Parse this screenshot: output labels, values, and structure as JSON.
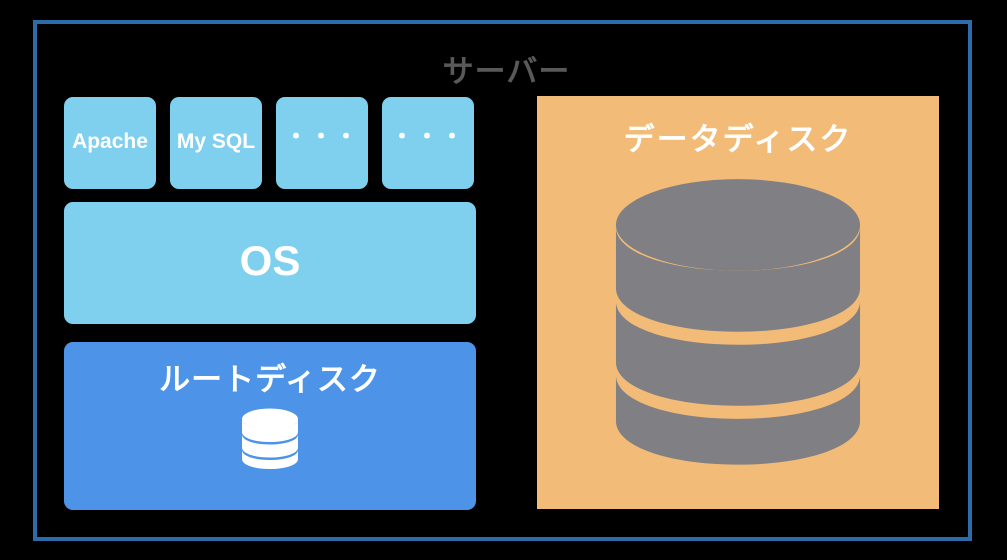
{
  "diagram": {
    "title": "サーバー",
    "frame": {
      "border_color": "#2d6cab",
      "title_color": "#595959"
    },
    "services": [
      {
        "label": "Apache",
        "kind": "text"
      },
      {
        "label": "My SQL",
        "kind": "text"
      },
      {
        "label": "・・・",
        "kind": "dots"
      },
      {
        "label": "・・・",
        "kind": "dots"
      }
    ],
    "os": {
      "label": "OS",
      "color": "#7fd0ee",
      "text_color": "#ffffff"
    },
    "root_disk": {
      "label": "ルートディスク",
      "color": "#4d94e8",
      "text_color": "#ffffff",
      "icon": "database-icon",
      "icon_color": "#ffffff",
      "icon_bands": 4
    },
    "data_disk": {
      "label": "データディスク",
      "color": "#f2bb77",
      "text_color": "#ffffff",
      "icon": "database-icon",
      "icon_color": "#7f7f84",
      "icon_bands": 4
    },
    "service_box_color": "#7fd0ee",
    "service_text_color": "#ffffff"
  }
}
